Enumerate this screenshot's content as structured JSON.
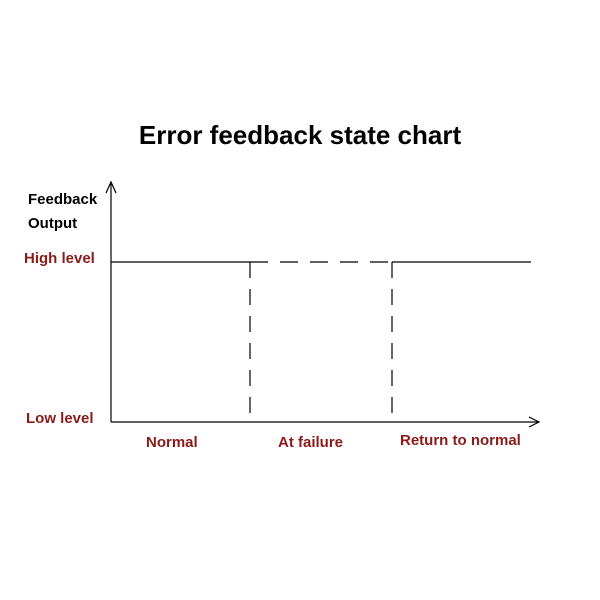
{
  "title": "Error feedback state chart",
  "y_axis": {
    "label_line1": "Feedback",
    "label_line2": "Output"
  },
  "levels": {
    "high": "High level",
    "low": "Low level"
  },
  "states": [
    "Normal",
    "At failure",
    "Return to normal"
  ],
  "colors": {
    "level_label": "#8b1a1a",
    "state_label": "#8b1a1a",
    "line": "#000000"
  }
}
